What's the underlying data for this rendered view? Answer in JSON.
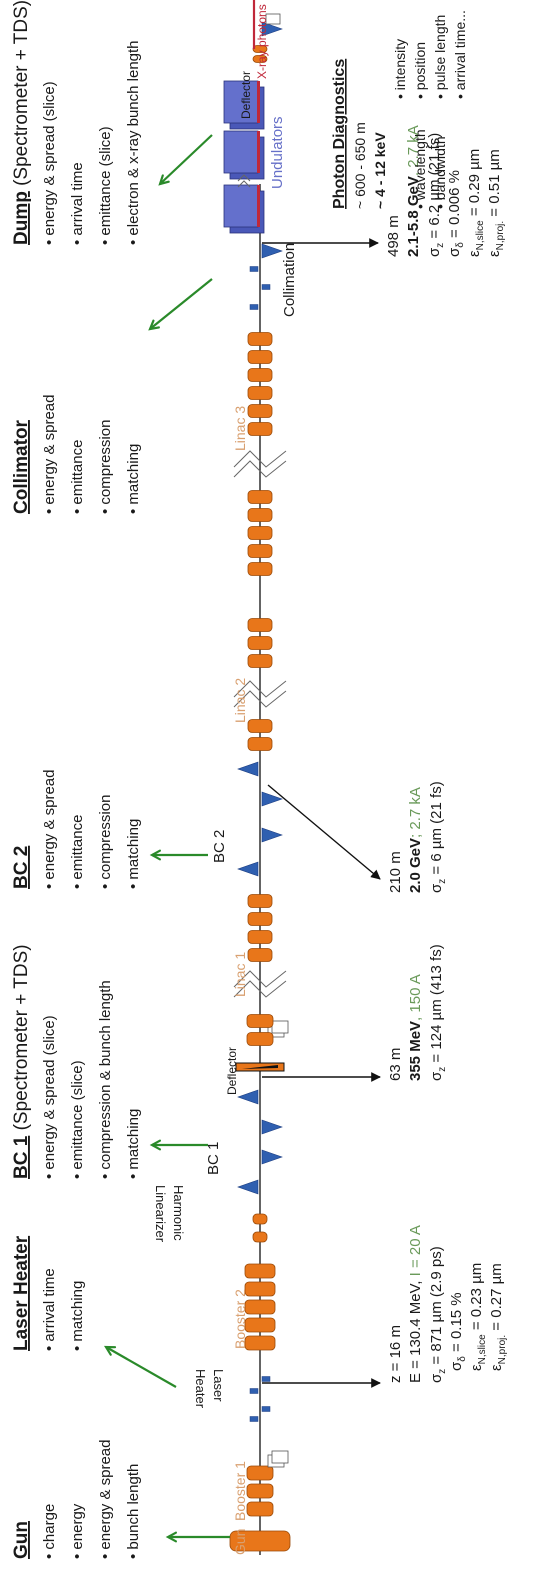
{
  "colors": {
    "cavity": "#e8761a",
    "cavity_edge": "#9a4a08",
    "magnet": "#2f5fb0",
    "undulator": "#4a58b8",
    "undulator_stripe": "#c0283a",
    "green_arrow": "#2a8a2a",
    "orange_label": "#d9a070",
    "current_green": "#6a9a5a",
    "undulator_label": "#6670c8",
    "xray": "#c0283a"
  },
  "headers": {
    "gun": {
      "title": "Gun",
      "suffix": "",
      "items": [
        "charge",
        "energy",
        "energy & spread",
        "bunch length"
      ]
    },
    "laser_heater": {
      "title": "Laser Heater",
      "suffix": "",
      "items": [
        "arrival time",
        "matching"
      ]
    },
    "bc1": {
      "title": "BC 1",
      "suffix": " (Spectrometer + TDS)",
      "items": [
        "energy & spread (slice)",
        "emittance (slice)",
        "compression & bunch length",
        "matching"
      ]
    },
    "bc2": {
      "title": "BC 2",
      "suffix": "",
      "items": [
        "energy & spread",
        "emittance",
        "compression",
        "matching"
      ]
    },
    "collimator": {
      "title": "Collimator",
      "suffix": "",
      "items": [
        "energy & spread",
        "emittance",
        "compression",
        "matching"
      ]
    },
    "dump": {
      "title": "Dump",
      "suffix": " (Spectrometer + TDS)",
      "items": [
        "energy & spread (slice)",
        "arrival time",
        "emittance (slice)",
        "electron & x-ray bunch length"
      ]
    }
  },
  "beamline_labels": {
    "gun": "Gun",
    "booster1": "Booster 1",
    "booster2": "Booster 2",
    "laser_heater_1": "Laser",
    "laser_heater_2": "Heater",
    "harmonic_1": "Harmonic",
    "harmonic_2": "Linearizer",
    "bc1": "BC 1",
    "deflector1": "Deflector",
    "linac1": "Linac 1",
    "bc2": "BC 2",
    "linac2": "Linac 2",
    "linac3": "Linac 3",
    "collimation": "Collimation",
    "undulators": "Undulators",
    "deflector2": "Deflector",
    "xray": "X-ray photons"
  },
  "params": {
    "p16": {
      "z": "z = 16 m",
      "e_prefix": "E = 130.4 MeV, ",
      "e_current": "I = 20 A",
      "sigma_z": "= 871 µm (2.9 ps)",
      "sigma_d": "= 0.15 %",
      "eps_slice": "= 0.23 µm",
      "eps_proj": "= 0.27 µm"
    },
    "p63": {
      "z": "63 m",
      "energy": "355 MeV",
      "current": ", 150 A",
      "sigma_z": "= 124 µm (413 fs)"
    },
    "p210": {
      "z": "210 m",
      "energy": "2.0 GeV",
      "current": "; 2.7 kA",
      "sigma_z": "= 6 µm (21 fs)"
    },
    "p498": {
      "z": "498 m",
      "energy": "2.1-5.8 GeV",
      "current": ", 2.7 kA",
      "sigma_z": "= 6.2 µm (21 fs)",
      "sigma_d": "= 0.006 %",
      "eps_slice": "= 0.29 µm",
      "eps_proj": "= 0.51 µm"
    }
  },
  "symbols": {
    "sigma": "σ",
    "sub_z": "z",
    "sub_delta": "δ",
    "epsilon": "ε",
    "sub_slice": "N,slice",
    "sub_proj": "N,proj."
  },
  "photon": {
    "title": "Photon Diagnostics",
    "range_m": "~ 600 - 650 m",
    "range_kev": "~ 4 - 12 keV",
    "items": [
      "intensity",
      "wavelength",
      "bandwidth",
      "position",
      "pulse length",
      "arrival time..."
    ]
  }
}
